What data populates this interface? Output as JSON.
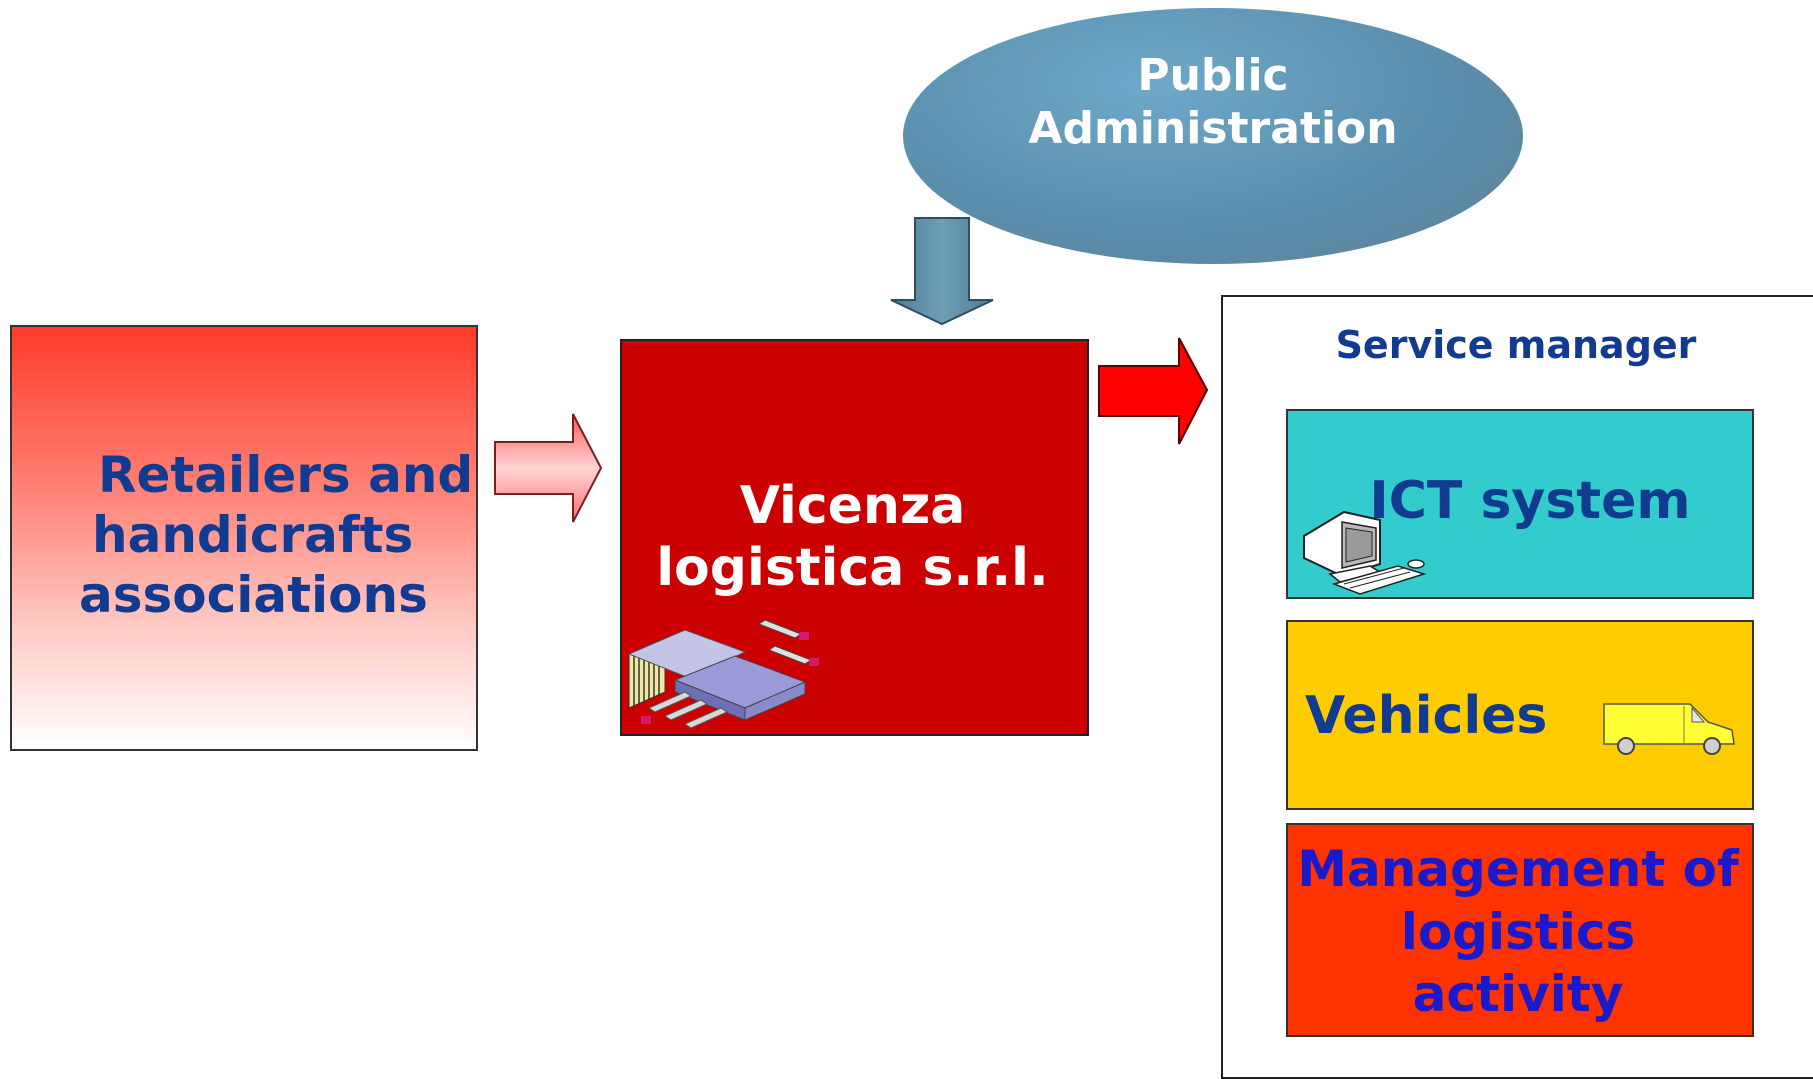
{
  "nodes": {
    "public_admin": [
      "Public",
      "Administration"
    ],
    "retailers": [
      "Retailers and",
      "handicrafts",
      "associations"
    ],
    "vicenza": [
      "Vicenza",
      "logistica s.r.l."
    ],
    "service_manager": "Service manager",
    "ict": "ICT system",
    "vehicles": "Vehicles",
    "management": [
      "Management of",
      "logistics",
      "activity"
    ]
  },
  "colors": {
    "ellipse": "#5e8fae",
    "retailers_top": "#ff3c2a",
    "vicenza": "#cc0000",
    "ict": "#33cccc",
    "vehicles": "#ffcc00",
    "management": "#ff3300",
    "label_blue": "#113a91"
  },
  "icons": [
    "computer-icon",
    "warehouse-icon",
    "van-icon"
  ]
}
